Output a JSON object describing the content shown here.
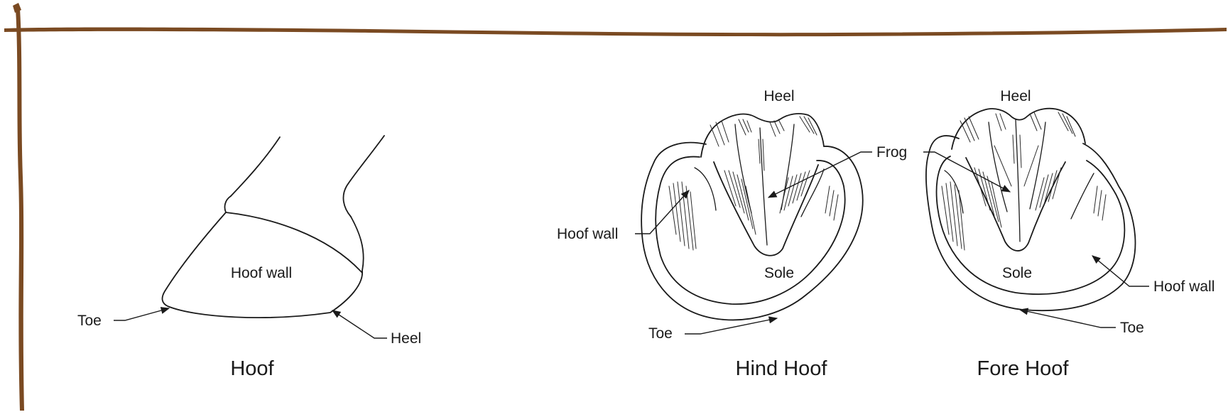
{
  "border": {
    "color": "#7a4a22"
  },
  "side_view": {
    "caption": "Hoof",
    "labels": {
      "wall": "Hoof wall",
      "toe": "Toe",
      "heel": "Heel"
    }
  },
  "hind_hoof": {
    "caption": "Hind Hoof",
    "labels": {
      "heel": "Heel",
      "frog": "Frog",
      "wall": "Hoof wall",
      "sole": "Sole",
      "toe": "Toe"
    }
  },
  "fore_hoof": {
    "caption": "Fore Hoof",
    "labels": {
      "heel": "Heel",
      "sole": "Sole",
      "wall": "Hoof wall",
      "toe": "Toe"
    }
  }
}
